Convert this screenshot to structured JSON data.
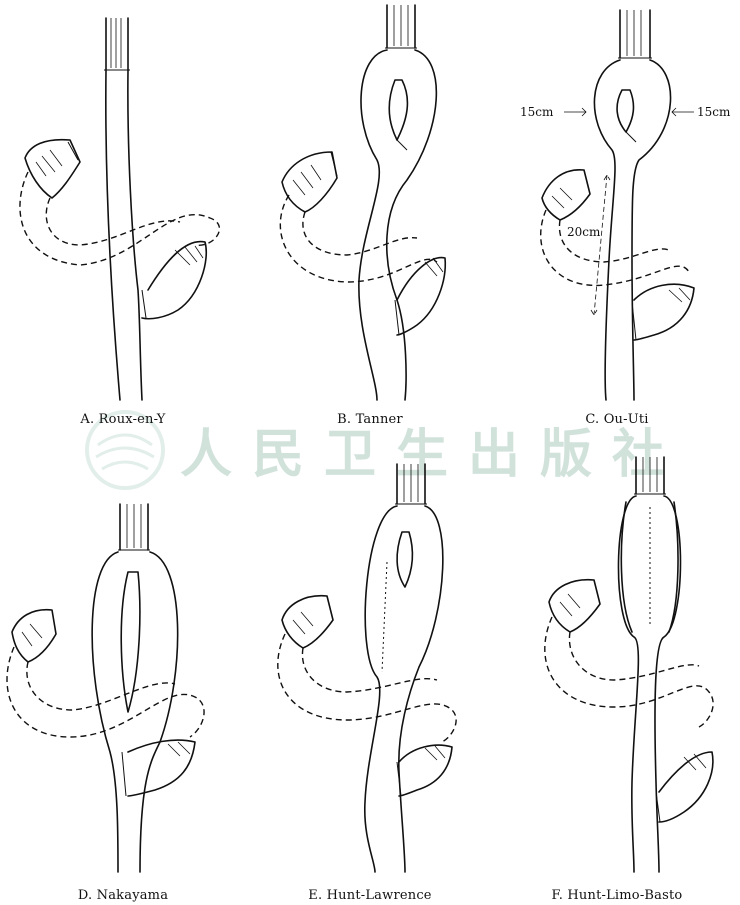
{
  "panels": [
    {
      "id": "A",
      "caption": "A. Roux-en-Y"
    },
    {
      "id": "B",
      "caption": "B. Tanner"
    },
    {
      "id": "C",
      "caption": "C. Ou-Uti",
      "annotations": {
        "left_width": "15cm",
        "right_width": "15cm",
        "length": "20cm"
      }
    },
    {
      "id": "D",
      "caption": "D. Nakayama"
    },
    {
      "id": "E",
      "caption": "E. Hunt-Lawrence"
    },
    {
      "id": "F",
      "caption": "F. Hunt-Limo-Basto"
    }
  ],
  "watermark": {
    "text": "人民卫生出版社",
    "icon": "publisher-seal-icon"
  }
}
